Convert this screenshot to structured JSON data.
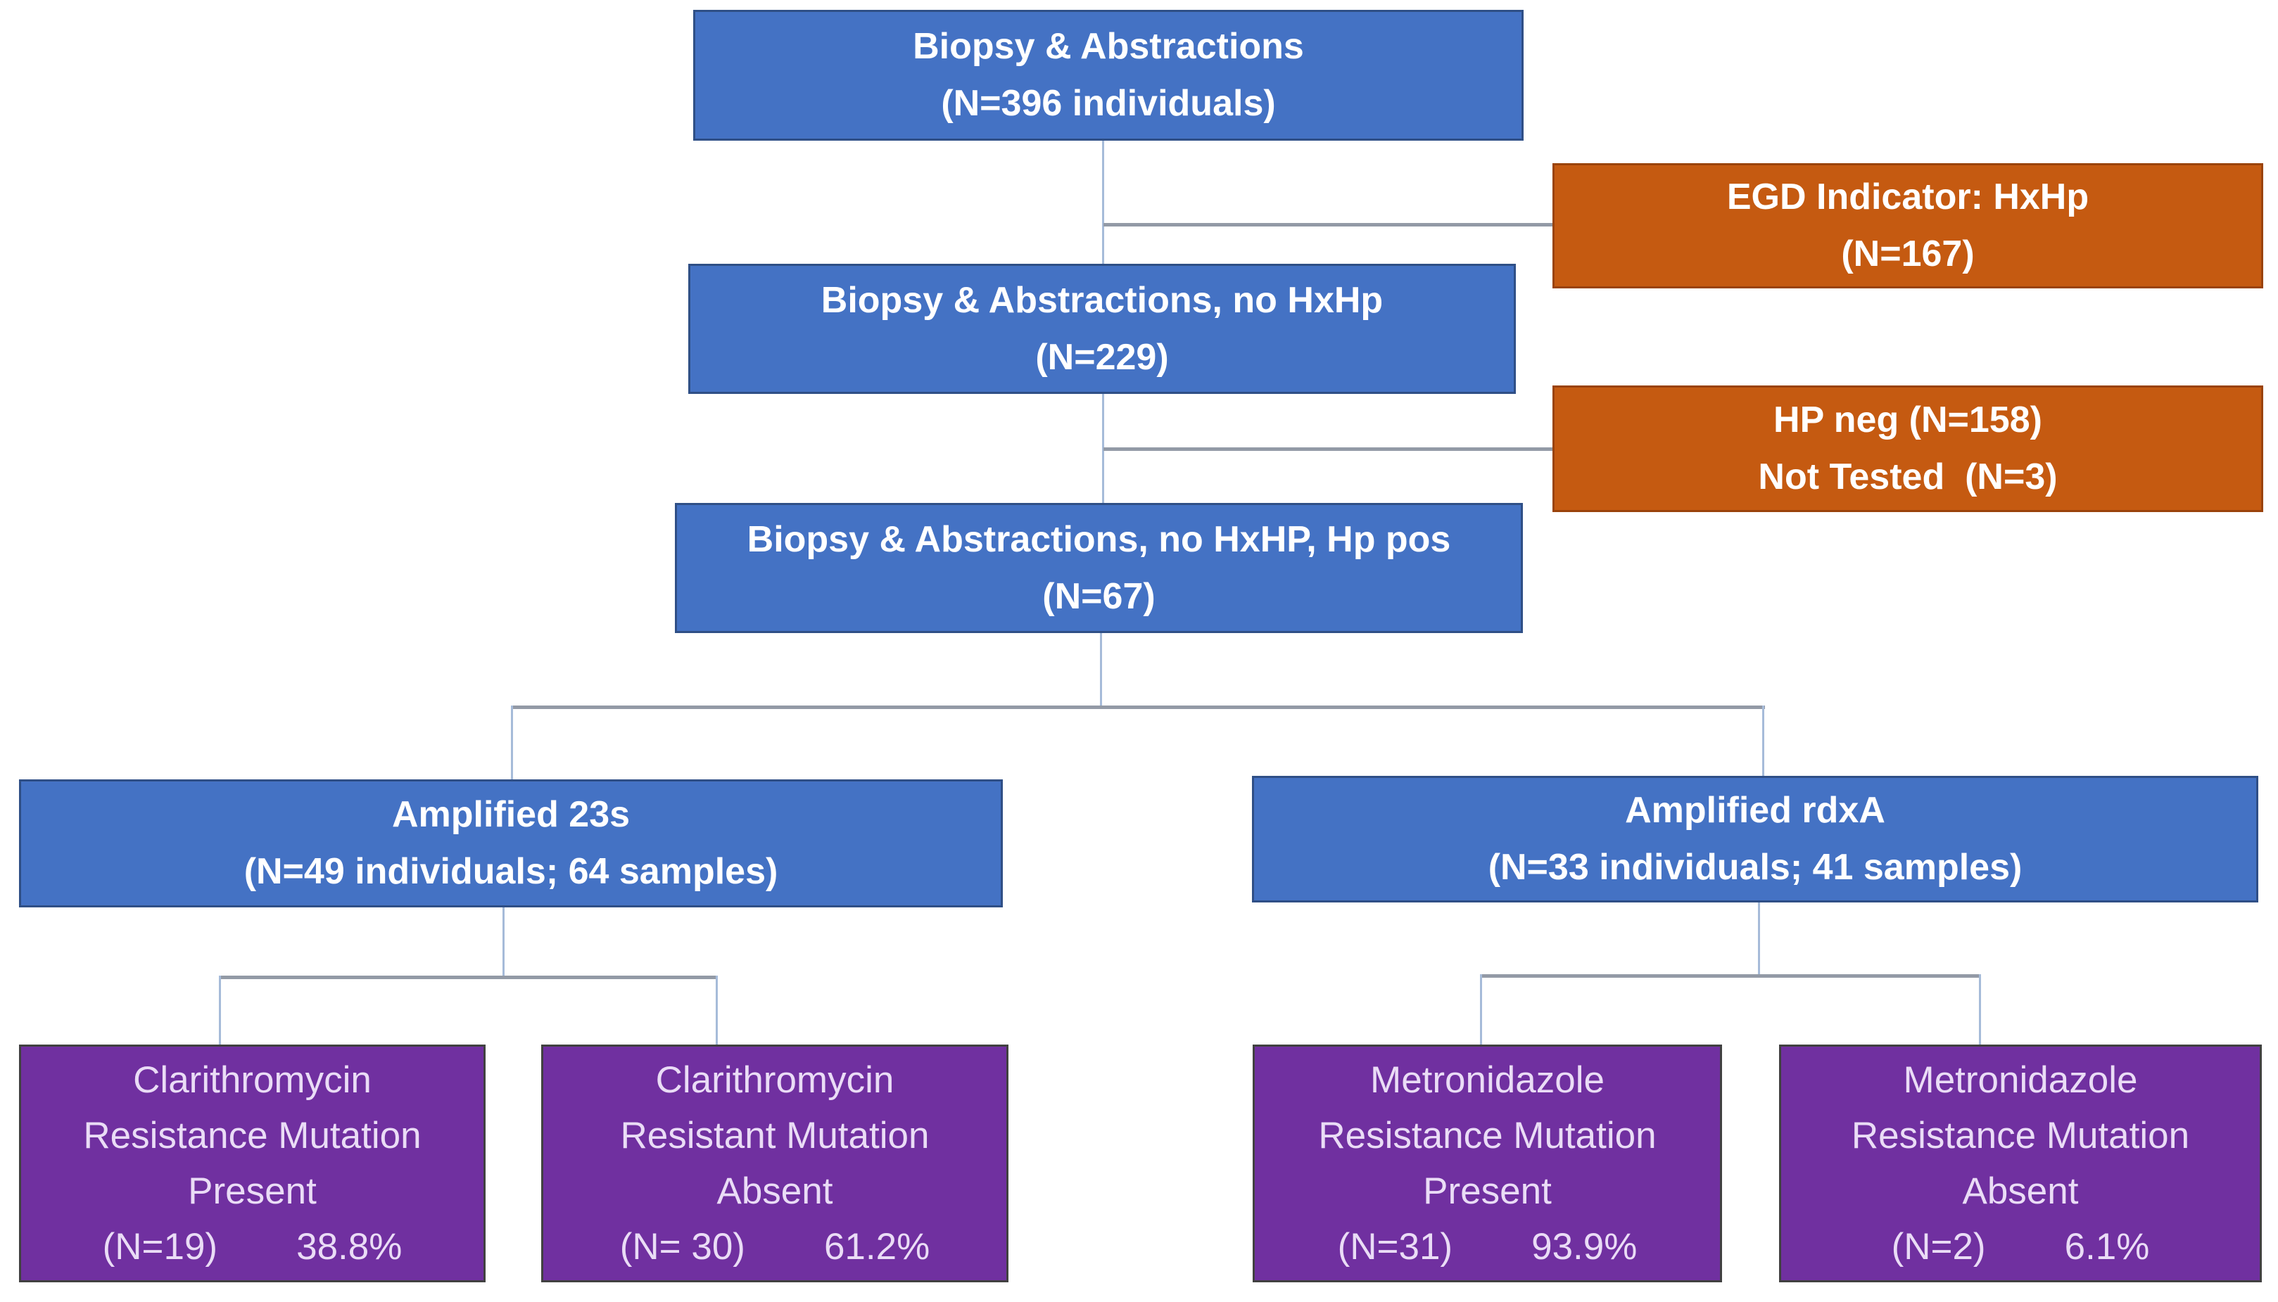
{
  "figure": {
    "type": "flowchart",
    "colors": {
      "node_blue": "#4472C4",
      "node_orange": "#C55A11",
      "node_purple": "#7030A0",
      "connector_horizontal": "#939aa6",
      "connector_vertical": "#a6bbd9",
      "text_white": "#ffffff",
      "text_lavender": "#eadcf6"
    },
    "nodes": {
      "biopsy_all": {
        "lines": [
          "Biopsy & Abstractions",
          "(N=396 individuals)"
        ]
      },
      "egd_indicator": {
        "lines": [
          "EGD Indicator: HxHp",
          "(N=167)"
        ]
      },
      "no_hxhp": {
        "lines": [
          "Biopsy & Abstractions, no HxHp",
          "(N=229)"
        ]
      },
      "hp_neg": {
        "lines": [
          "HP neg (N=158)",
          "Not Tested  (N=3)"
        ]
      },
      "hp_pos": {
        "lines": [
          "Biopsy & Abstractions, no HxHP, Hp pos",
          "(N=67)"
        ]
      },
      "amp_23s": {
        "lines": [
          "Amplified 23s",
          "(N=49 individuals; 64 samples)"
        ]
      },
      "amp_rdxa": {
        "lines": [
          "Amplified rdxA",
          "(N=33 individuals; 41 samples)"
        ]
      },
      "clar_present": {
        "lines": [
          "Clarithromycin",
          "Resistance Mutation",
          "Present"
        ],
        "n": "(N=19)",
        "pct": "38.8%"
      },
      "clar_absent": {
        "lines": [
          "Clarithromycin",
          "Resistant Mutation",
          "Absent"
        ],
        "n": "(N= 30)",
        "pct": "61.2%"
      },
      "metro_present": {
        "lines": [
          "Metronidazole",
          "Resistance Mutation",
          "Present"
        ],
        "n": "(N=31)",
        "pct": "93.9%"
      },
      "metro_absent": {
        "lines": [
          "Metronidazole",
          "Resistance Mutation",
          "Absent"
        ],
        "n": "(N=2)",
        "pct": "6.1%"
      }
    }
  }
}
